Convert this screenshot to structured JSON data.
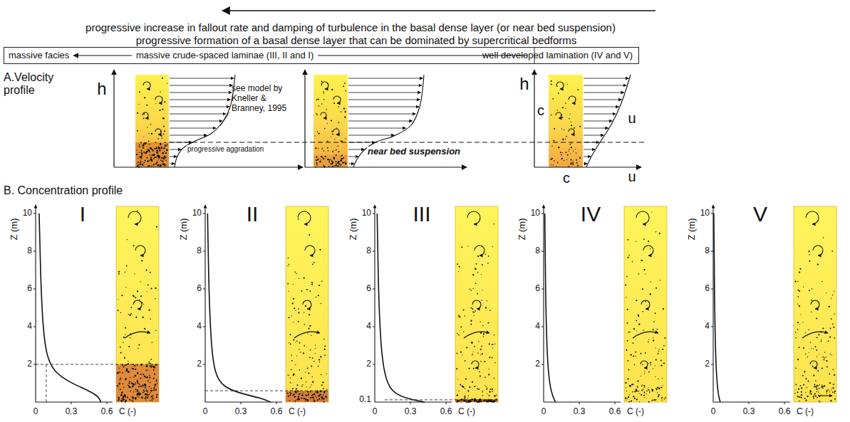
{
  "diagram": {
    "nodes": [
      {
        "text": [
          "massive facies",
          "massive crude-spaced laminae (III, II and I)",
          "well developed lamination (IV and V)"
        ]
      }
    ],
    "labels": [
      "progressive increase in fallout rate and damping of turbulence in the basal dense layer (or near bed suspension)",
      "progressive formation of a basal dense layer that can be dominated by supercritical bedforms",
      "A.Velocity profile",
      "h",
      "see model by Kneller & Branney, 1995",
      "progressive aggradation",
      "near bed suspension",
      "h",
      "c",
      "u",
      "c",
      "u",
      "B. Concentration profile",
      "I",
      "Z (m)",
      "10",
      "8",
      "6",
      "4",
      "2",
      "0",
      "0.3",
      "0.6",
      "C (-)",
      "II",
      "Z (m)",
      "10",
      "8",
      "6",
      "4",
      "2",
      "0",
      "0.3",
      "0.6",
      "C (-)",
      "III",
      "Z (m)",
      "10",
      "8",
      "6",
      "4",
      "2",
      "0.1",
      "0",
      "0.3",
      "0.6",
      "C (-)",
      "IV",
      "Z (m)",
      "10",
      "8",
      "6",
      "4",
      "2",
      "0",
      "0.3",
      "0.6",
      "C (-)",
      "V",
      "Z (m)",
      "10",
      "8",
      "6",
      "4",
      "2",
      "0",
      "0.3",
      "0.6",
      "C (-)"
    ]
  }
}
